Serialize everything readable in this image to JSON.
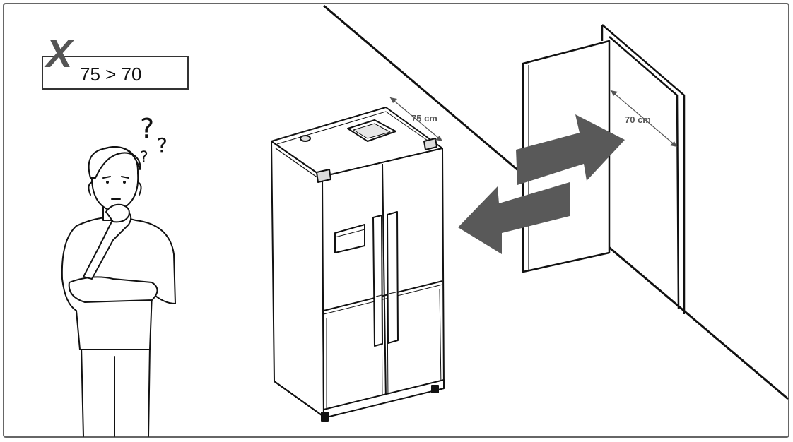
{
  "warning_box": {
    "mark": "X",
    "comparison": "75 > 70"
  },
  "fridge": {
    "width_label": "75 cm"
  },
  "doorway": {
    "width_label": "70 cm"
  },
  "person": {
    "thought_marks": [
      "?",
      "?",
      "?"
    ]
  },
  "colors": {
    "line": "#111111",
    "arrow": "#595959",
    "x_mark": "#555555",
    "frame": "#666666"
  }
}
